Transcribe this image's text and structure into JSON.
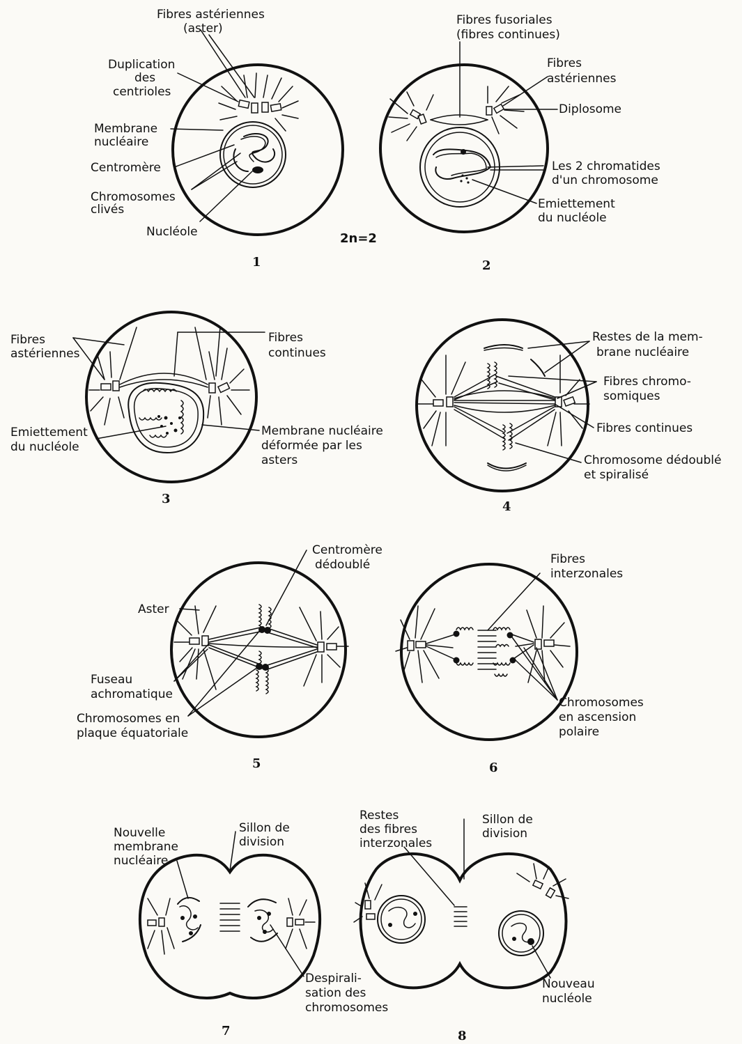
{
  "figure": {
    "ploidy": "2n=2",
    "stage_numbers": [
      "1",
      "2",
      "3",
      "4",
      "5",
      "6",
      "7",
      "8"
    ]
  },
  "labels": {
    "s1": {
      "fibres_asteriennes": [
        "Fibres astériennes",
        "(aster)"
      ],
      "duplication": [
        "Duplication",
        "des",
        "centrioles"
      ],
      "membrane": [
        "Membrane",
        "nucléaire"
      ],
      "centromere": [
        "Centromère"
      ],
      "chromosomes": [
        "Chromosomes",
        "clivés"
      ],
      "nucleole": [
        "Nucléole"
      ]
    },
    "s2": {
      "fibres_fusoriales": [
        "Fibres fusoriales",
        "(fibres continues)"
      ],
      "fibres_asteriennes": [
        "Fibres",
        "astériennes"
      ],
      "diplosome": [
        "Diplosome"
      ],
      "chromatides": [
        "Les 2 chromatides",
        "d'un chromosome"
      ],
      "emiettement": [
        "Emiettement",
        "du nucléole"
      ]
    },
    "s3": {
      "fibres_asteriennes": [
        "Fibres",
        "astériennes"
      ],
      "fibres_continues": [
        "Fibres",
        "continues"
      ],
      "emiettement": [
        "Emiettement",
        "du nucléole"
      ],
      "membrane_deformee": [
        "Membrane nucléaire",
        "déformée par les",
        "asters"
      ]
    },
    "s4": {
      "restes_membrane": [
        "Restes de la mem-",
        "brane nucléaire"
      ],
      "fibres_chromosomiques": [
        "Fibres chromo-",
        "somiques"
      ],
      "fibres_continues": [
        "Fibres continues"
      ],
      "chromosome_dedouble": [
        "Chromosome dédoublé",
        "et spiralisé"
      ]
    },
    "s5": {
      "centromere_dedouble": [
        "Centromère",
        "dédoublé"
      ],
      "aster": [
        "Aster"
      ],
      "fuseau": [
        "Fuseau",
        "achromatique"
      ],
      "plaque": [
        "Chromosomes en",
        "plaque équatoriale"
      ]
    },
    "s6": {
      "fibres_interzonales": [
        "Fibres",
        "interzonales"
      ],
      "ascension": [
        "Chromosomes",
        "en ascension",
        "polaire"
      ]
    },
    "s7": {
      "nouvelle_membrane": [
        "Nouvelle",
        "membrane",
        "nucléaire"
      ],
      "sillon": [
        "Sillon de",
        "division"
      ],
      "despiralisation": [
        "Despirali-",
        "sation des",
        "chromosomes"
      ]
    },
    "s8": {
      "restes_fibres": [
        "Restes",
        "des fibres",
        "interzonales"
      ],
      "sillon": [
        "Sillon de",
        "division"
      ],
      "nouveau_nucleole": [
        "Nouveau",
        "nucléole"
      ]
    }
  }
}
